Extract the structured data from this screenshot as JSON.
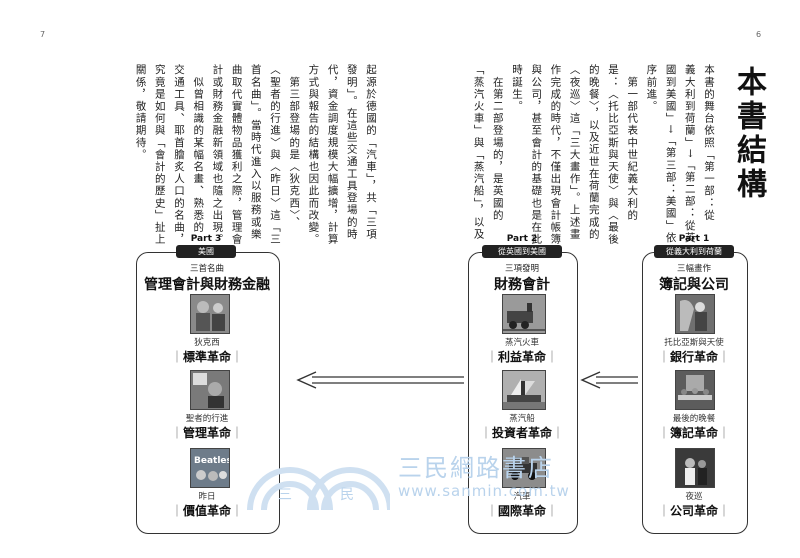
{
  "page_numbers": {
    "left": "7",
    "right": "6"
  },
  "title": "本書結構",
  "right_page_columns": [
    "本書的舞台依照「第一部：從",
    "義大利到荷蘭」→「第二部：從英",
    "國到美國」→「第三部：美國」依",
    "序前進。",
    "　第一部代表中世紀義大利的",
    "是：〈托比亞斯與天使〉與〈最後",
    "的晚餐〉，以及近世在荷蘭完成的",
    "〈夜巡〉這「三大畫作」。上述畫",
    "作完成的時代，不僅出現會計帳簿",
    "與公司，甚至會計的基礎也是在此",
    "時誕生。",
    "　在第二部登場的，是英國的",
    "「蒸汽火車」與「蒸汽船」，以及"
  ],
  "left_page_columns": [
    "起源於德國的「汽車」，共「三項",
    "發明」。在這些交通工具登場的時",
    "代，資金調度規模大幅擴增，計算",
    "方式與報告的結構也因此而改變。",
    "　第三部登場的是〈狄克西〉、",
    "〈聖者的行進〉與〈昨日〉這「三",
    "首名曲」。當時代進入以服務或樂",
    "曲取代實體物品獲利之際，管理會",
    "計或財務金融新領域也隨之出現。",
    "　似曾相識的某幅名畫、熟悉的",
    "交通工具、耶首膾炙人口的名曲，",
    "究竟是如何與「會計的歷史」扯上",
    "關係，敬請期待。"
  ],
  "parts": [
    {
      "part": "Part 1",
      "tag": "從義大利到荷蘭",
      "subtitle": "三幅畫作",
      "title": "簿記與公司",
      "items": [
        {
          "caption": "托比亞斯與天使",
          "revolution": "銀行革命"
        },
        {
          "caption": "最後的晚餐",
          "revolution": "簿記革命"
        },
        {
          "caption": "夜巡",
          "revolution": "公司革命"
        }
      ]
    },
    {
      "part": "Part 2",
      "tag": "從英國到美國",
      "subtitle": "三項發明",
      "title": "財務會計",
      "items": [
        {
          "caption": "蒸汽火車",
          "revolution": "利益革命"
        },
        {
          "caption": "蒸汽船",
          "revolution": "投資者革命"
        },
        {
          "caption": "汽車",
          "revolution": "國際革命"
        }
      ]
    },
    {
      "part": "Part 3",
      "tag": "美國",
      "subtitle": "三首名曲",
      "title": "管理會計與財務金融",
      "items": [
        {
          "caption": "狄克西",
          "revolution": "標準革命"
        },
        {
          "caption": "聖者的行進",
          "revolution": "管理革命"
        },
        {
          "caption": "昨日",
          "revolution": "價值革命"
        }
      ]
    }
  ],
  "watermark": {
    "name": "三民網路書店",
    "url": "www.sanmin.com.tw",
    "logo_chars": [
      "三",
      "民"
    ],
    "image_text": "Beatles"
  },
  "colors": {
    "ink": "#222222",
    "tag_bg": "#222222",
    "watermark": "#b9d3ec"
  }
}
